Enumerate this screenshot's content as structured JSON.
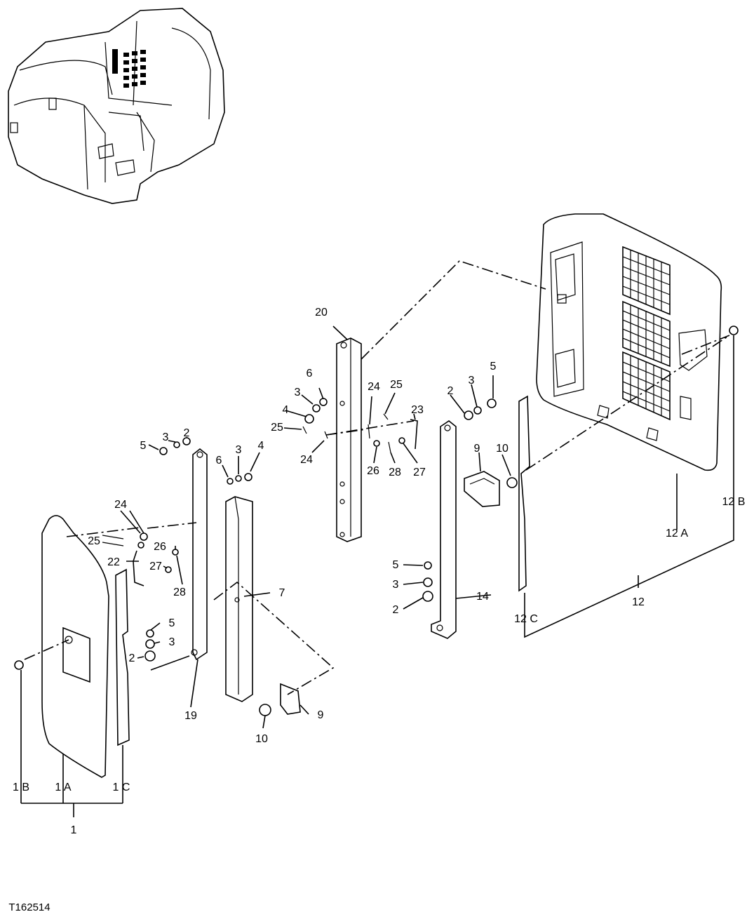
{
  "figure_id": "T162514",
  "callouts": {
    "c1": "1",
    "c1A": "1 A",
    "c1B": "1 B",
    "c1C": "1 C",
    "c2": "2",
    "c3": "3",
    "c4": "4",
    "c5": "5",
    "c6": "6",
    "c7": "7",
    "c9": "9",
    "c10": "10",
    "c12": "12",
    "c12A": "12 A",
    "c12B": "12 B",
    "c12C": "12 C",
    "c14": "14",
    "c19": "19",
    "c20": "20",
    "c22": "22",
    "c23": "23",
    "c24": "24",
    "c25": "25",
    "c26": "26",
    "c27": "27",
    "c28": "28"
  }
}
